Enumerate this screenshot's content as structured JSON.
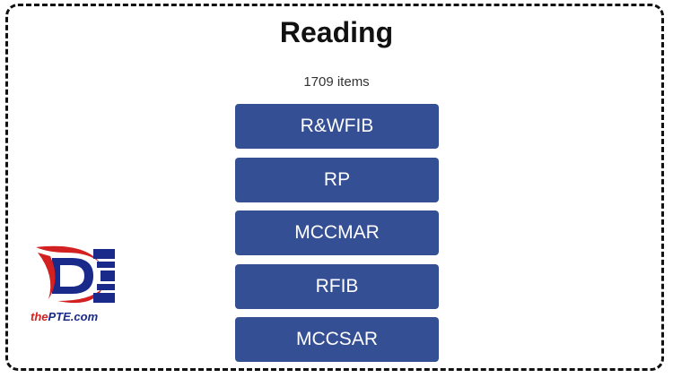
{
  "page": {
    "title": "Reading",
    "item_count": "1709 items"
  },
  "menu": {
    "items": [
      {
        "label": "R&WFIB"
      },
      {
        "label": "RP"
      },
      {
        "label": "MCCMAR"
      },
      {
        "label": "RFIB"
      },
      {
        "label": "MCCSAR"
      }
    ]
  },
  "logo": {
    "prefix": "the",
    "name": "PTE.com"
  },
  "colors": {
    "button_bg": "#354f94",
    "button_text": "#ffffff",
    "logo_red": "#d32020",
    "logo_blue": "#1a2a8a"
  }
}
